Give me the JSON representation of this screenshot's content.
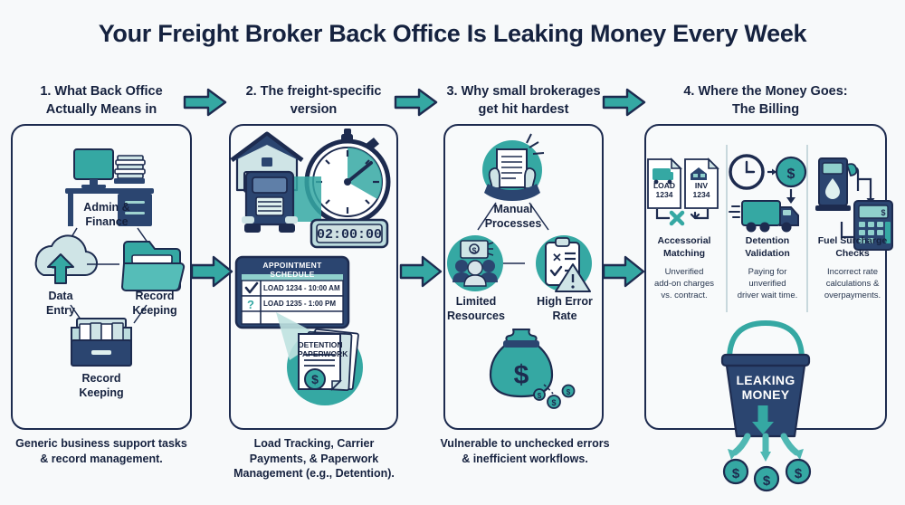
{
  "title": "Your Freight Broker Back Office Is Leaking Money Every Week",
  "colors": {
    "background": "#f7f9fa",
    "navy": "#1d2b4f",
    "navy_dark": "#15223f",
    "teal": "#35a8a3",
    "teal_light": "#9fd3d0",
    "pale": "#cfe4e6",
    "panel_fill": "#f8fafb",
    "white": "#ffffff"
  },
  "steps": [
    {
      "heading": "1. What Back Office\nActually Means in",
      "heading_line1": "1. What Back Office",
      "heading_line2": "Actually Means in",
      "caption": "Generic business support tasks\n& record management.",
      "caption_line1": "Generic business support tasks",
      "caption_line2": "& record management.",
      "nodes": [
        {
          "label_line1": "Admin &",
          "label_line2": "Finance",
          "icon": "desk-computer-icon"
        },
        {
          "label_line1": "Data",
          "label_line2": "Entry",
          "icon": "cloud-upload-icon"
        },
        {
          "label_line1": "Record",
          "label_line2": "Keeping",
          "icon": "folder-icon"
        },
        {
          "label_line1": "Record",
          "label_line2": "Keeping",
          "icon": "file-cabinet-icon"
        }
      ]
    },
    {
      "heading_line1": "2. The freight-specific",
      "heading_line2": "version",
      "caption_line1": "Load Tracking, Carrier",
      "caption_line2": "Payments, & Paperwork",
      "caption_line3": "Management (e.g., Detention).",
      "timer_value": "02:00:00",
      "schedule": {
        "title": "APPOINTMENT SCHEDULE",
        "rows": [
          {
            "status": "check",
            "text": "LOAD 1234 - 10:00 AM"
          },
          {
            "status": "question",
            "text": "LOAD 1235 - 1:00 PM"
          }
        ]
      },
      "document": {
        "title_line1": "DETENTION",
        "title_line2": "PAPERWORK"
      },
      "icons": [
        "warehouse-icon",
        "truck-icon",
        "stopwatch-icon",
        "digital-timer-icon",
        "document-stack-icon",
        "dollar-coin-icon"
      ]
    },
    {
      "heading_line1": "3. Why small brokerages",
      "heading_line2": "get hit hardest",
      "caption_line1": "Vulnerable to unchecked errors",
      "caption_line2": "& inefficient workflows.",
      "nodes": [
        {
          "label_line1": "Manual",
          "label_line2": "Processes",
          "icon": "hands-paper-icon"
        },
        {
          "label_line1": "Limited",
          "label_line2": "Resources",
          "icon": "people-money-icon"
        },
        {
          "label_line1": "High Error",
          "label_line2": "Rate",
          "icon": "clipboard-warning-icon"
        }
      ],
      "money_bag_icon": "money-bag-leaking-icon"
    },
    {
      "heading_line1": "4. Where the Money Goes:",
      "heading_line2": "The Billing",
      "columns": [
        {
          "title_line1": "Accessorial",
          "title_line2": "Matching",
          "desc_line1": "Unverified",
          "desc_line2": "add-on charges",
          "desc_line3": "vs. contract.",
          "doc_left_line1": "LOAD",
          "doc_left_line2": "1234",
          "doc_right_line1": "INV",
          "doc_right_line2": "1234",
          "icon": "mismatch-documents-icon"
        },
        {
          "title_line1": "Detention",
          "title_line2": "Validation",
          "desc_line1": "Paying for",
          "desc_line2": "unverified",
          "desc_line3": "driver wait time.",
          "icon": "clock-dollar-truck-icon"
        },
        {
          "title_line1": "Fuel Surcharge",
          "title_line2": "Checks",
          "desc_line1": "Incorrect rate",
          "desc_line2": "calculations &",
          "desc_line3": "overpayments.",
          "icon": "fuel-pump-calculator-icon"
        }
      ],
      "bucket": {
        "label_line1": "LEAKING",
        "label_line2": "MONEY",
        "icon": "leaking-bucket-icon"
      }
    }
  ]
}
